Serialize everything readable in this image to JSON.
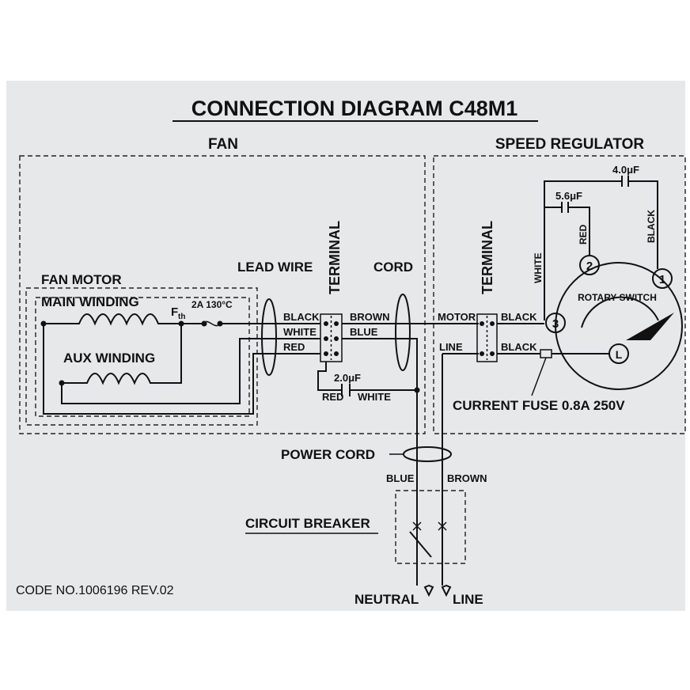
{
  "title": "CONNECTION DIAGRAM C48M1",
  "sections": {
    "fan": "FAN",
    "speed_regulator": "SPEED REGULATOR"
  },
  "fan_motor": {
    "label": "FAN MOTOR",
    "main_winding": "MAIN WINDING",
    "aux_winding": "AUX WINDING",
    "thermal_fuse_symbol": "F",
    "thermal_fuse_sub": "th",
    "thermal_fuse_rating": "2A 130°C"
  },
  "lead_wire": "LEAD WIRE",
  "terminal": "TERMINAL",
  "cord": "CORD",
  "wire_colors": {
    "black": "BLACK",
    "white": "WHITE",
    "red": "RED",
    "brown": "BROWN",
    "blue": "BLUE"
  },
  "fan_capacitor": {
    "value": "2.0μF",
    "left": "RED",
    "right": "WHITE"
  },
  "regulator": {
    "motor": "MOTOR",
    "line": "LINE",
    "black_motor": "BLACK",
    "black_line": "BLACK",
    "cap_top": "4.0μF",
    "cap_mid": "5.6μF",
    "red_vertical": "RED",
    "black_vertical": "BLACK",
    "white_vertical": "WHITE",
    "rotary_switch": "ROTARY SWITCH",
    "pos_1": "1",
    "pos_2": "2",
    "pos_3": "3",
    "pos_l": "L",
    "current_fuse": "CURRENT FUSE 0.8A 250V"
  },
  "power_cord": {
    "label": "POWER CORD",
    "blue": "BLUE",
    "brown": "BROWN"
  },
  "circuit_breaker": "CIRCUIT BREAKER",
  "outputs": {
    "neutral": "NEUTRAL",
    "line": "LINE"
  },
  "code": "CODE NO.1006196 REV.02"
}
